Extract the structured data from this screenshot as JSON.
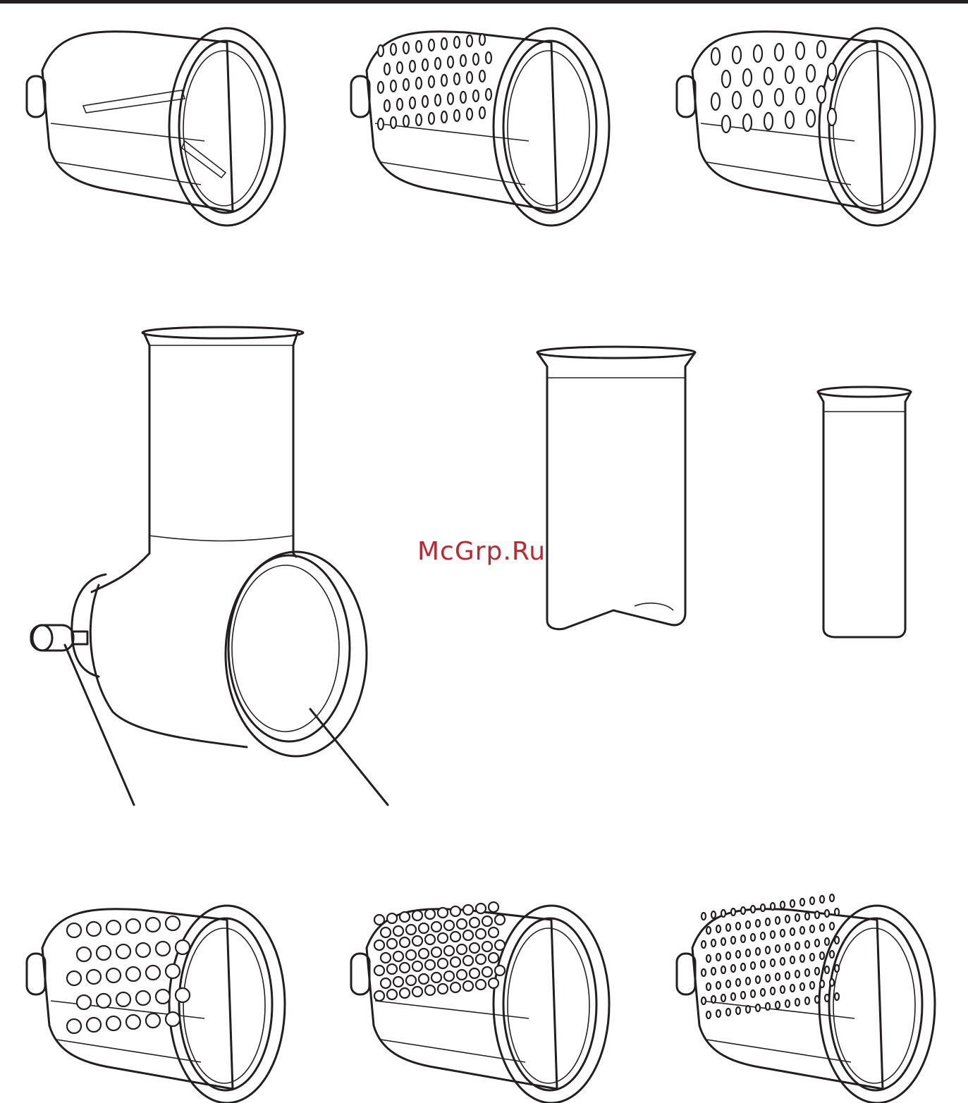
{
  "watermark": {
    "text": "McGrp.Ru",
    "color": "#c0262d"
  },
  "ink_color": "#231f20",
  "parts": [
    {
      "name": "slicing-drum",
      "icon": "drum-slicer"
    },
    {
      "name": "coarse-shredding-drum",
      "icon": "drum-coarse-shredder"
    },
    {
      "name": "thick-shredding-drum",
      "icon": "drum-thick-shredder"
    },
    {
      "name": "housing-with-feed-tube",
      "icon": "housing-feed-tube"
    },
    {
      "name": "large-food-pusher",
      "icon": "large-pusher"
    },
    {
      "name": "small-food-pusher",
      "icon": "small-pusher"
    },
    {
      "name": "grating-drum",
      "icon": "drum-grater"
    },
    {
      "name": "fine-grating-drum",
      "icon": "drum-fine-grater"
    },
    {
      "name": "fine-shredding-drum",
      "icon": "drum-fine-shredder"
    }
  ]
}
